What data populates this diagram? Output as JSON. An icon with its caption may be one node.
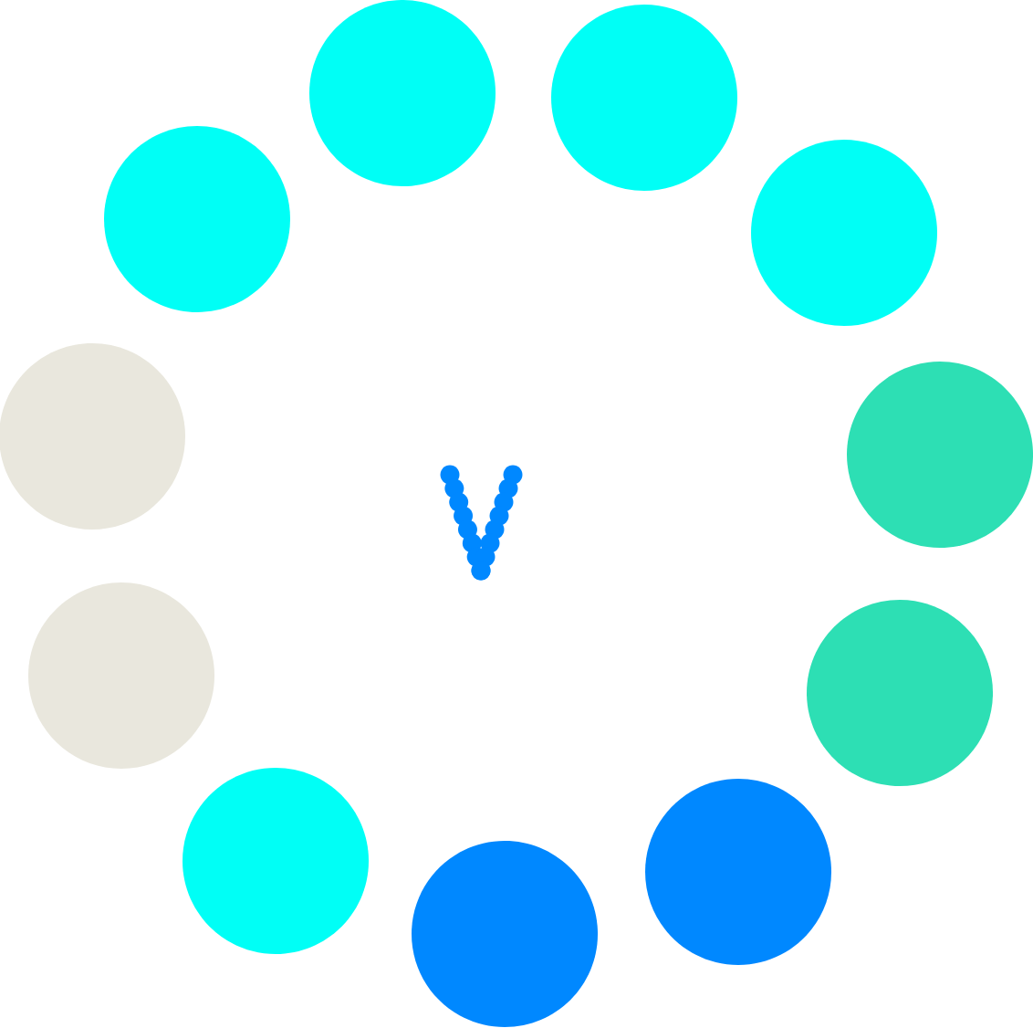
{
  "diagram": {
    "nodes": [
      {
        "text": [],
        "shape": "circle"
      },
      {
        "text": [],
        "shape": "circle"
      },
      {
        "text": [],
        "shape": "circle"
      },
      {
        "text": [],
        "shape": "circle"
      },
      {
        "text": [],
        "shape": "circle"
      },
      {
        "text": [],
        "shape": "circle"
      },
      {
        "text": [],
        "shape": "circle"
      },
      {
        "text": [],
        "shape": "circle"
      },
      {
        "text": [],
        "shape": "circle"
      },
      {
        "text": [],
        "shape": "circle"
      },
      {
        "text": [],
        "shape": "circle"
      }
    ]
  }
}
